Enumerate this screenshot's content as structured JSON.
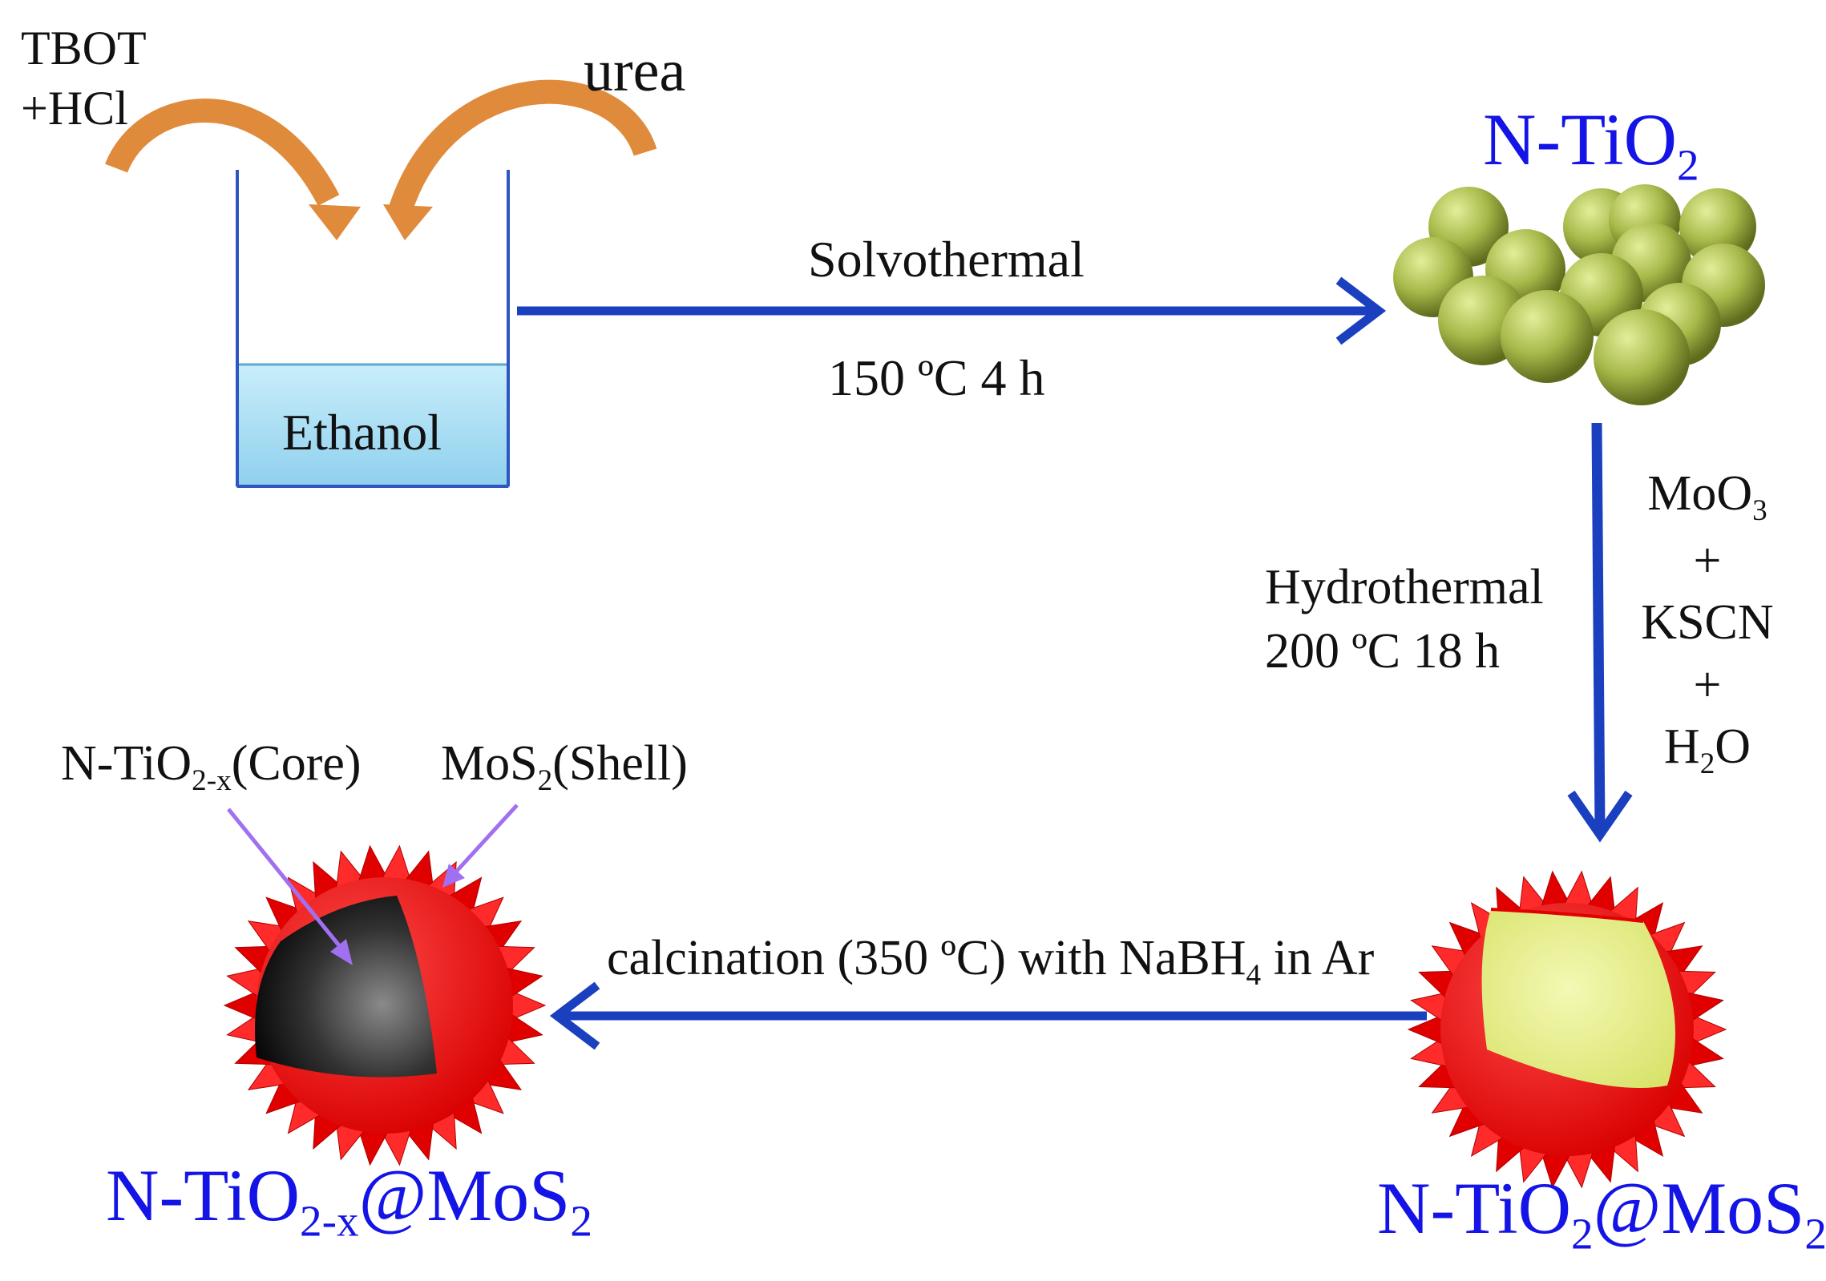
{
  "reagents": {
    "tbot": "TBOT",
    "hcl": "+HCl",
    "urea": "urea"
  },
  "beaker": {
    "label": "Ethanol"
  },
  "step1": {
    "method": "Solvothermal",
    "conditions": "150 ºC  4 h"
  },
  "product1": {
    "name": "N-TiO",
    "sub": "2"
  },
  "step2": {
    "method": "Hydrothermal",
    "conditions": "200 ºC 18 h",
    "reagent_moo3": "MoO",
    "reagent_moo3_sub": "3",
    "plus1": "+",
    "reagent_kscn": "KSCN",
    "plus2": "+",
    "reagent_h2o_h": "H",
    "reagent_h2o_sub": "2",
    "reagent_h2o_o": "O"
  },
  "product2": {
    "a": "N-TiO",
    "sub1": "2",
    "b": "@MoS",
    "sub2": "2"
  },
  "step3": {
    "text_a": "calcination (350 ºC) with NaBH",
    "sub": "4",
    "text_b": " in Ar"
  },
  "product3": {
    "a": "N-TiO",
    "sub1": "2-x",
    "b": "@MoS",
    "sub2": "2"
  },
  "core_label": {
    "a": "N-TiO",
    "sub": "2-x",
    "b": "(Core)"
  },
  "shell_label": {
    "a": "MoS",
    "sub": "2",
    "b": "(Shell)"
  },
  "colors": {
    "arrow_blue": "#1a3fbf",
    "label_blue": "#1414e6",
    "orange": "#e08a3c",
    "shell_red": "#e00000",
    "sphere_green": "#a7b94a",
    "core_yellow": "#e6ef8a",
    "core_black": "#1a1a1a",
    "pointer_purple": "#a070f0",
    "ethanol_fill": "#bfe8f5"
  }
}
